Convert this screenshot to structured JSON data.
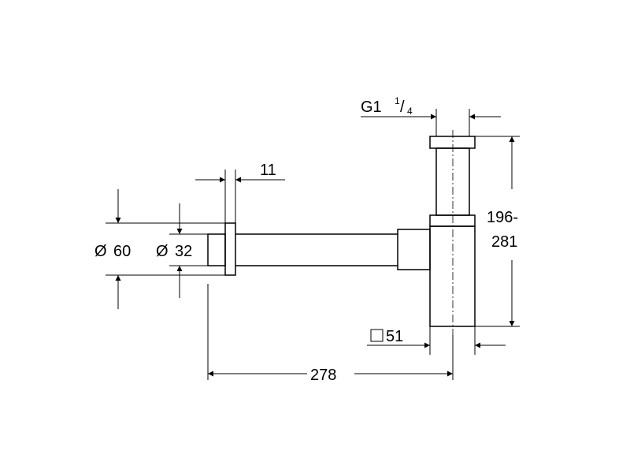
{
  "dimensions": {
    "thread_main": "G1",
    "thread_num": "1",
    "thread_slash": "/",
    "thread_den": "4",
    "flange_thickness": "11",
    "height_min": "196-",
    "height_max": "281",
    "flange_diameter": "60",
    "pipe_diameter": "32",
    "diameter_symbol": "Ø",
    "body_square": "51",
    "length": "278"
  }
}
